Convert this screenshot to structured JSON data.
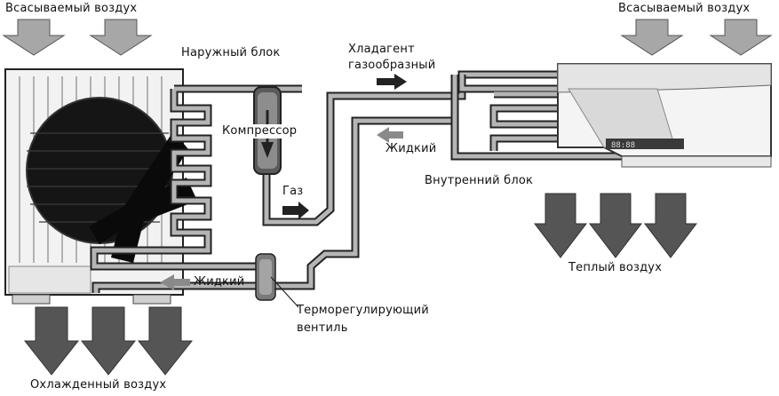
{
  "labels": {
    "intake_air_left": "Всасываемый воздух",
    "intake_air_right": "Всасываемый воздух",
    "outdoor_unit": "Наружный блок",
    "compressor": "Компрессор",
    "gas": "Газ",
    "refrigerant_gas_line1": "Хладагент",
    "refrigerant_gas_line2": "газообразный",
    "liquid_upper": "Жидкий",
    "liquid_lower": "Жидкий",
    "indoor_unit": "Внутренний блок",
    "warm_air": "Теплый воздух",
    "expansion_valve_line1": "Терморегулирующий",
    "expansion_valve_line2": "вентиль",
    "cooled_air": "Охлажденный воздух"
  },
  "indoor_display": "88:88",
  "colors": {
    "light_arrow": "#a7a7a7",
    "dark_arrow": "#555555",
    "pipe": "#9a9a9a",
    "outline": "#222222"
  }
}
